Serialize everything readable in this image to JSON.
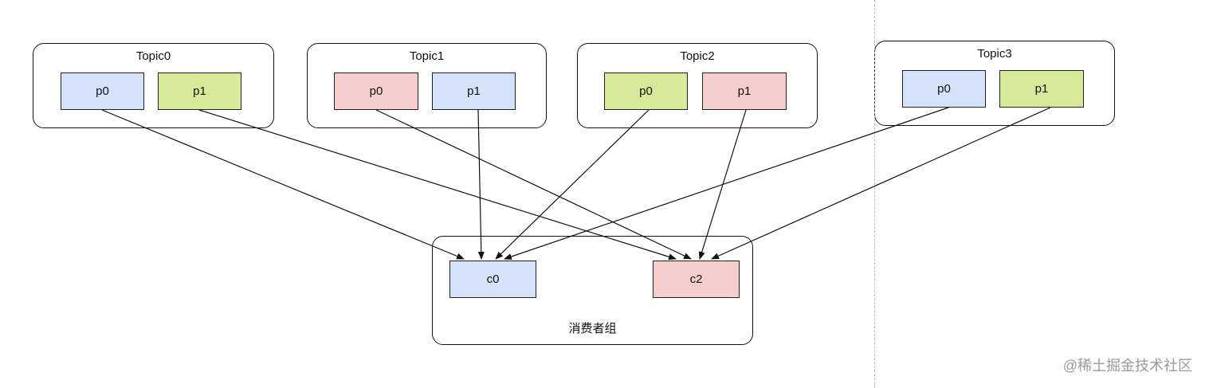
{
  "topics": [
    {
      "title": "Topic0",
      "partitions": [
        {
          "label": "p0",
          "color": "#d4e3f9"
        },
        {
          "label": "p1",
          "color": "#d6ea9a"
        }
      ]
    },
    {
      "title": "Topic1",
      "partitions": [
        {
          "label": "p0",
          "color": "#f6cecd"
        },
        {
          "label": "p1",
          "color": "#d4e3f9"
        }
      ]
    },
    {
      "title": "Topic2",
      "partitions": [
        {
          "label": "p0",
          "color": "#d6ea9a"
        },
        {
          "label": "p1",
          "color": "#f6cecd"
        }
      ]
    },
    {
      "title": "Topic3",
      "partitions": [
        {
          "label": "p0",
          "color": "#d4e3f9"
        },
        {
          "label": "p1",
          "color": "#d6ea9a"
        }
      ]
    }
  ],
  "consumer_group": {
    "label": "消费者组",
    "consumers": [
      {
        "label": "c0",
        "color": "#d4e3f9"
      },
      {
        "label": "c2",
        "color": "#f6cecd"
      }
    ]
  },
  "assignments": [
    {
      "from": "Topic0.p0",
      "to": "c0"
    },
    {
      "from": "Topic0.p1",
      "to": "c2"
    },
    {
      "from": "Topic1.p0",
      "to": "c2"
    },
    {
      "from": "Topic1.p1",
      "to": "c0"
    },
    {
      "from": "Topic2.p0",
      "to": "c0"
    },
    {
      "from": "Topic2.p1",
      "to": "c2"
    },
    {
      "from": "Topic3.p0",
      "to": "c0"
    },
    {
      "from": "Topic3.p1",
      "to": "c2"
    }
  ],
  "watermark": "@稀土掘金技术社区"
}
